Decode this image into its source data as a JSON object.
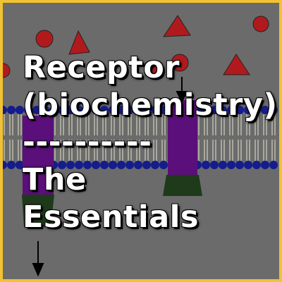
{
  "title": {
    "line1": "Receptor",
    "line2": "(biochemistry)",
    "line3": "----------",
    "line4": "The",
    "line5": "Essentials"
  },
  "colors": {
    "border": "#f1c232",
    "background": "#6b6b6b",
    "ligand": "#b11a1d",
    "membrane_head": "#151c8c",
    "receptor": "#5b0f7a",
    "receptor_foot": "#1e3a1a",
    "text": "#ffffff"
  }
}
